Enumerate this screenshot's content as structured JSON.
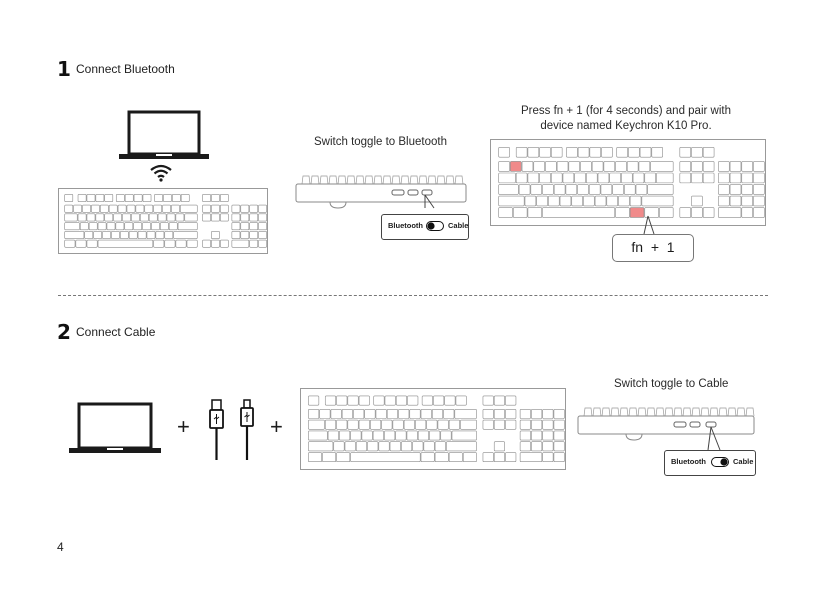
{
  "steps": [
    {
      "number": "1",
      "title": "Connect Bluetooth",
      "switch_caption": "Switch toggle to Bluetooth",
      "pair_caption_line1": "Press fn + 1 (for 4 seconds) and pair with",
      "pair_caption_line2": "device named Keychron K10 Pro.",
      "toggle_left": "Bluetooth",
      "toggle_right": "Cable",
      "toggle_state": "Bluetooth",
      "key_combo": "fn  +  1",
      "highlight_color": "#f08a8a"
    },
    {
      "number": "2",
      "title": "Connect Cable",
      "switch_caption": "Switch toggle to Cable",
      "plus_sign": "+",
      "toggle_left": "Bluetooth",
      "toggle_right": "Cable",
      "toggle_state": "Cable"
    }
  ],
  "icons": [
    "laptop-icon",
    "wifi-icon",
    "keyboard-icon",
    "usb-cable-icon"
  ],
  "page_number": "4"
}
